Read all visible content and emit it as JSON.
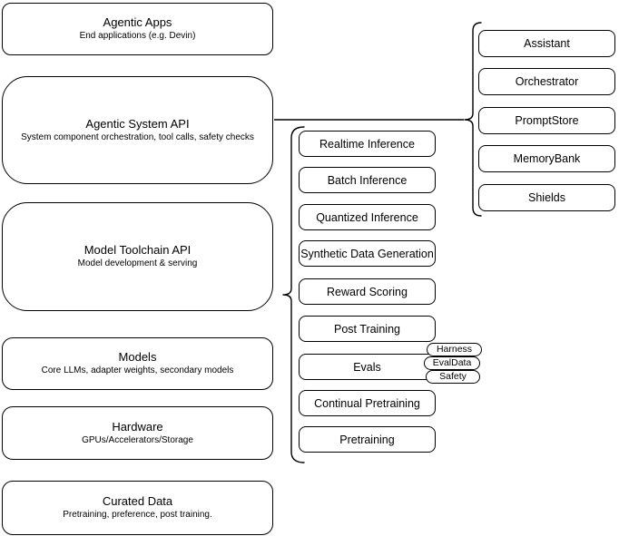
{
  "diagram": {
    "left_stack": [
      {
        "title": "Agentic Apps",
        "subtitle": "End applications (e.g. Devin)"
      },
      {
        "title": "Agentic System API",
        "subtitle": "System component orchestration, tool calls, safety checks"
      },
      {
        "title": "Model Toolchain API",
        "subtitle": "Model development & serving"
      },
      {
        "title": "Models",
        "subtitle": "Core LLMs, adapter weights, secondary models"
      },
      {
        "title": "Hardware",
        "subtitle": "GPUs/Accelerators/Storage"
      },
      {
        "title": "Curated Data",
        "subtitle": "Pretraining, preference, post training."
      }
    ],
    "toolchain_components": [
      "Realtime Inference",
      "Batch Inference",
      "Quantized Inference",
      "Synthetic Data Generation",
      "Reward Scoring",
      "Post Training",
      "Evals",
      "Continual Pretraining",
      "Pretraining"
    ],
    "eval_tags": [
      "Harness",
      "EvalData",
      "Safety"
    ],
    "system_components": [
      "Assistant",
      "Orchestrator",
      "PromptStore",
      "MemoryBank",
      "Shields"
    ],
    "colors": {
      "stroke": "#000000",
      "background": "#ffffff",
      "text": "#000000"
    }
  }
}
